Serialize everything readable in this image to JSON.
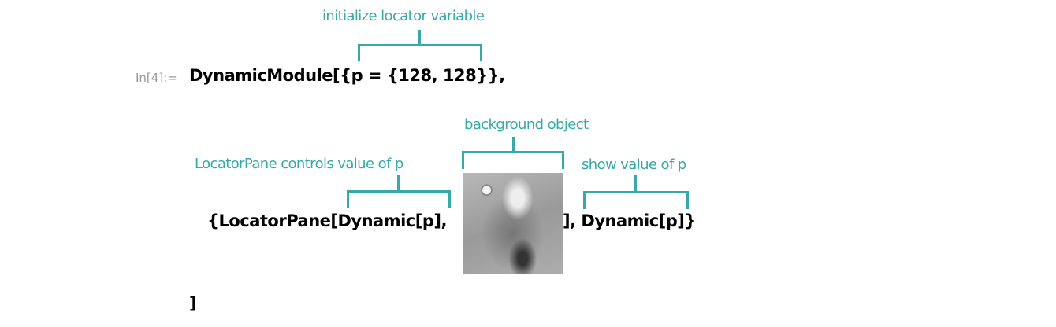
{
  "cell": {
    "label": "In[4]:=",
    "line1": "DynamicModule[{p = {128, 128}},",
    "line2_left": "{LocatorPane[Dynamic[p],",
    "line2_right": "], Dynamic[p]}",
    "line3": "]"
  },
  "annotations": {
    "init": "initialize locator variable",
    "background": "background object",
    "locator": "LocatorPane controls value of p",
    "show": "show value of p"
  },
  "colors": {
    "annotation": "#36a9a9"
  }
}
